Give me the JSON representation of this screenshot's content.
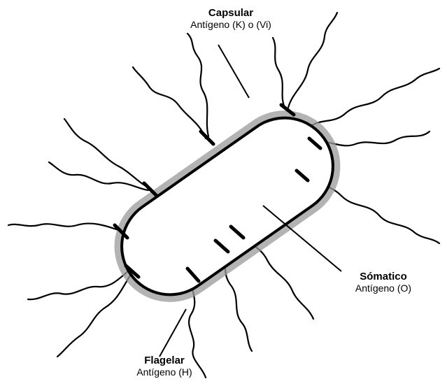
{
  "labels": {
    "capsular": {
      "name": "Capsular",
      "antigen": "Antígeno (K) o (Vi)"
    },
    "somatico": {
      "name": "Sómatico",
      "antigen": "Antígeno (O)"
    },
    "flagelar": {
      "name": "Flagelar",
      "antigen": "Antígeno (H)"
    }
  },
  "colors": {
    "ink": "#000000",
    "capsule": "#9a9a9a",
    "background": "#ffffff"
  }
}
